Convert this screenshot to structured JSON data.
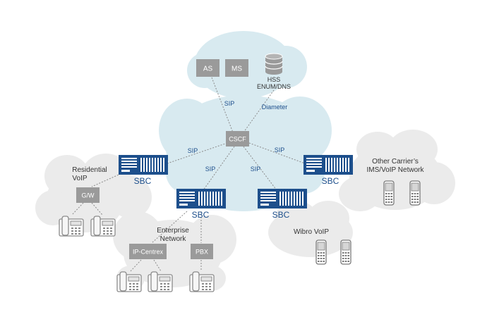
{
  "colors": {
    "cloud_core": "#d8eaf0",
    "cloud_side": "#ebebeb",
    "sbc_blue": "#1d4f8c",
    "gray_box": "#9a9a9a",
    "label_blue": "#1d4f8c",
    "text_dark": "#333333"
  },
  "nodes": {
    "as": "AS",
    "ms": "MS",
    "hss_line1": "HSS",
    "hss_line2": "ENUM/DNS",
    "cscf": "CSCF",
    "gw": "G/W",
    "ip_centrex": "IP-Centrex",
    "pbx": "PBX"
  },
  "sbc_label": "SBC",
  "links": {
    "sip": "SIP",
    "diameter": "Diameter"
  },
  "networks": {
    "residential_line1": "Residential",
    "residential_line2": "VoIP",
    "enterprise_line1": "Enterprise",
    "enterprise_line2": "Network",
    "other_carrier_line1": "Other Carrier’s",
    "other_carrier_line2": "IMS/VoIP Network",
    "wibro": "Wibro VoIP"
  },
  "icons": {
    "database": "database-icon",
    "desk_phone": "desk-phone-icon",
    "mobile_phone": "mobile-phone-icon",
    "sbc_server": "sbc-server-icon"
  }
}
